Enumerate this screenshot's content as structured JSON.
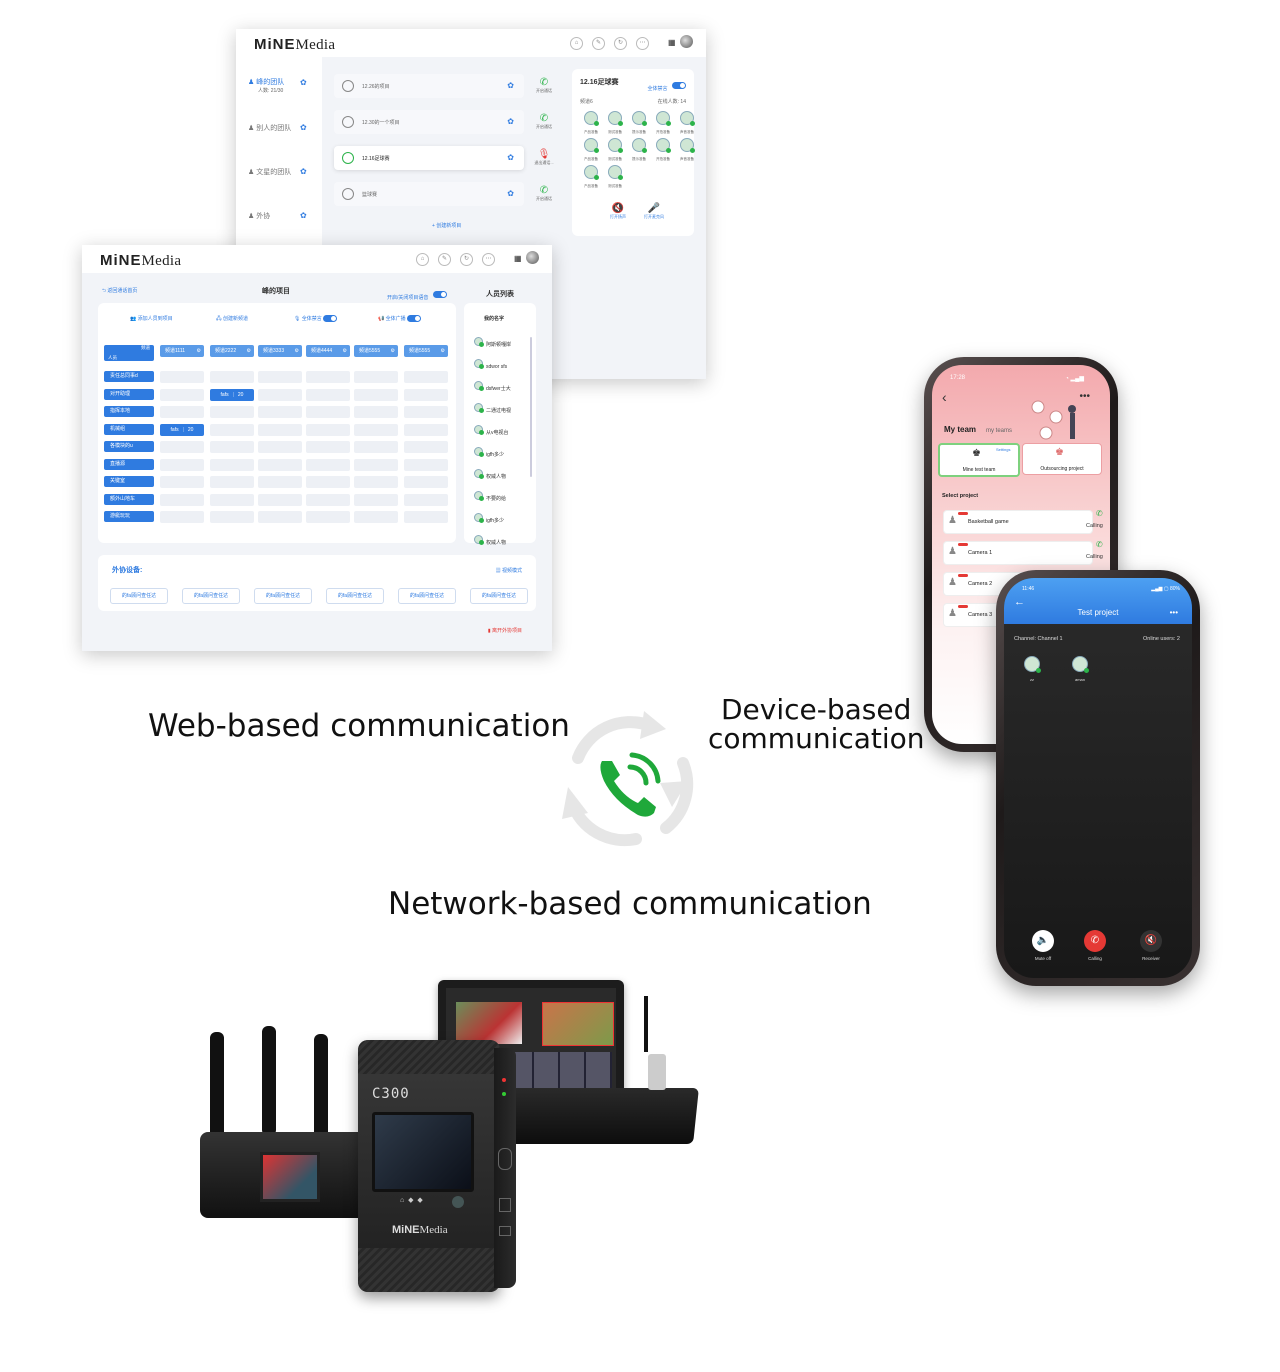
{
  "brand": {
    "strong": "MiNE",
    "rest": "Media"
  },
  "web_window_1": {
    "teams": [
      {
        "name": "峰的团队",
        "sub": "人数: 21/30"
      },
      {
        "name": "别人的团队"
      },
      {
        "name": "文星的团队"
      },
      {
        "name": "外协"
      }
    ],
    "projects": [
      {
        "name": "12.26的项目",
        "action": "开启通话"
      },
      {
        "name": "12.30的一个项目",
        "action": "开启通话"
      },
      {
        "name": "12.16足球赛",
        "action": "退出通话..."
      },
      {
        "name": "篮球赛",
        "action": "开启通话"
      }
    ],
    "create_project": "+ 创建新项目",
    "panel": {
      "title": "12.16足球赛",
      "all_mute": "全体禁言",
      "channel": "频道6",
      "online": "在线人数: 14",
      "members": [
        "产品准备",
        "测试准备",
        "提示准备",
        "开拍准备",
        "声音准备",
        "产品准备",
        "测试准备",
        "提示准备",
        "开拍准备",
        "声音准备",
        "产品准备",
        "测试准备"
      ],
      "actions": [
        "打开扬声",
        "打开麦克风"
      ]
    }
  },
  "web_window_2": {
    "back": "返回通话首页",
    "title": "峰的项目",
    "toggle_label": "开启/关闭项目语音",
    "tools": [
      "添加人员到项目",
      "创建新频道",
      "全体禁言",
      "全体广播"
    ],
    "header_cell": {
      "top": "频道",
      "bottom": "人员"
    },
    "channels": [
      "频道1111",
      "频道2222",
      "频道3333",
      "频道4444",
      "频道5555",
      "频道5555"
    ],
    "rows": [
      "责任总同事d",
      "对开助理",
      "指挥本地",
      "机械组",
      "各模块的u",
      "直播源",
      "关键室",
      "额外山地车",
      "游艇玩玩"
    ],
    "chips": [
      {
        "row": 1,
        "col": 1,
        "label": "fafs",
        "num": "20"
      },
      {
        "row": 3,
        "col": 0,
        "label": "fafs",
        "num": "20"
      }
    ],
    "people_title": "人员列表",
    "my_name": "我的名字",
    "people": [
      "阿斯顿嘎岸",
      "sdwor sfs",
      "dsfwer士大",
      "二通过电视",
      "从v电视台",
      "igfh多少",
      "权威人物",
      "不要的给",
      "igfh多少",
      "权威人物"
    ],
    "external_label": "外协设备:",
    "external_mode": "视频模式",
    "external_devices": [
      "的fa顾问查任达",
      "的fa顾问查任达",
      "的fa顾问查任达",
      "的fa顾问查任达",
      "的fa顾问查任达",
      "的fa顾问查任达"
    ],
    "leave": "离开外协项目"
  },
  "phone_1": {
    "time": "17:28",
    "my_team": "My team",
    "my_teams": "my teams",
    "settings": "Settings",
    "teams": [
      "Mine test team",
      "Outsourcing project"
    ],
    "select_project": "Select project",
    "projects": [
      {
        "name": "Basketball game",
        "status": "Calling"
      },
      {
        "name": "Camera 1",
        "status": "Calling"
      },
      {
        "name": "Camera 2",
        "status": ""
      },
      {
        "name": "Camera 3",
        "status": ""
      }
    ]
  },
  "phone_2": {
    "time": "11:46",
    "status_right": "80%",
    "title": "Test project",
    "channel": "Channel: Channel 1",
    "online": "Online users: 2",
    "users": [
      "zz",
      "aman"
    ],
    "controls": [
      "Mute off",
      "Calling",
      "Receiver"
    ]
  },
  "captions": {
    "web": "Web-based communication",
    "device_line1": "Device-based",
    "device_line2": "communication",
    "network": "Network-based communication"
  },
  "hardware": {
    "model": "C300"
  },
  "icons": [
    "phone-call-icon",
    "refresh-cycle-icon",
    "gear-icon",
    "microphone-icon",
    "speaker-icon"
  ],
  "colors": {
    "accent": "#2f7be0",
    "call_green": "#1fa83a",
    "end_call_red": "#e53935",
    "phone_pink": "#f3a9ad"
  }
}
